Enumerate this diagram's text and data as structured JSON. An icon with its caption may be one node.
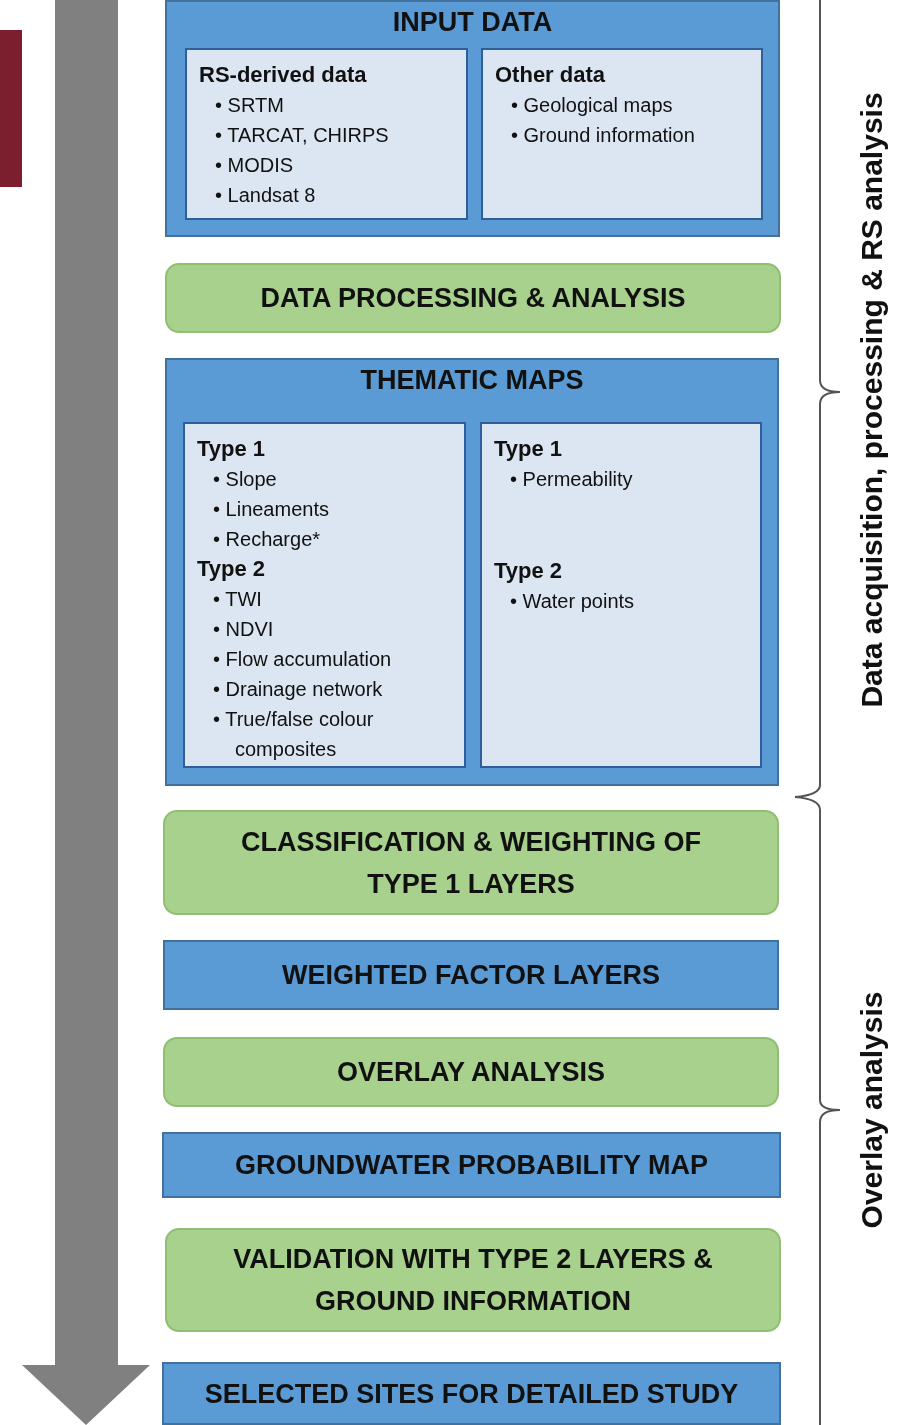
{
  "diagram": {
    "nodes": [
      {
        "text": [
          "INPUT DATA"
        ]
      },
      {
        "text": [
          "RS-derived data",
          "• SRTM",
          "• TARCAT, CHIRPS",
          "• MODIS",
          "• Landsat 8"
        ],
        "in": 0
      },
      {
        "text": [
          "Other data",
          "• Geological maps",
          "• Ground information"
        ],
        "in": 0
      },
      {
        "text": [
          "DATA PROCESSING & ANALYSIS"
        ]
      },
      {
        "text": [
          "THEMATIC MAPS"
        ]
      },
      {
        "text": [
          "Type 1",
          "• Slope",
          "• Lineaments",
          "• Recharge*",
          "Type 2",
          "• TWI",
          "• NDVI",
          "• Flow accumulation",
          "• Drainage network",
          "• True/false colour composites"
        ],
        "in": 4
      },
      {
        "text": [
          "Type 1",
          "• Permeability",
          "Type 2",
          "• Water points"
        ],
        "in": 4
      },
      {
        "text": [
          "CLASSIFICATION & WEIGHTING OF TYPE 1 LAYERS"
        ]
      },
      {
        "text": [
          "WEIGHTED FACTOR LAYERS"
        ]
      },
      {
        "text": [
          "OVERLAY ANALYSIS"
        ]
      },
      {
        "text": [
          "GROUNDWATER PROBABILITY MAP"
        ]
      },
      {
        "text": [
          "VALIDATION WITH TYPE 2 LAYERS & GROUND INFORMATION"
        ]
      },
      {
        "text": [
          "SELECTED SITES FOR DETAILED STUDY"
        ]
      },
      {
        "text": [],
        "shape": "bar"
      }
    ],
    "labels": [
      "Data acquisition, processing & RS analysis",
      "Overlay analysis"
    ]
  }
}
